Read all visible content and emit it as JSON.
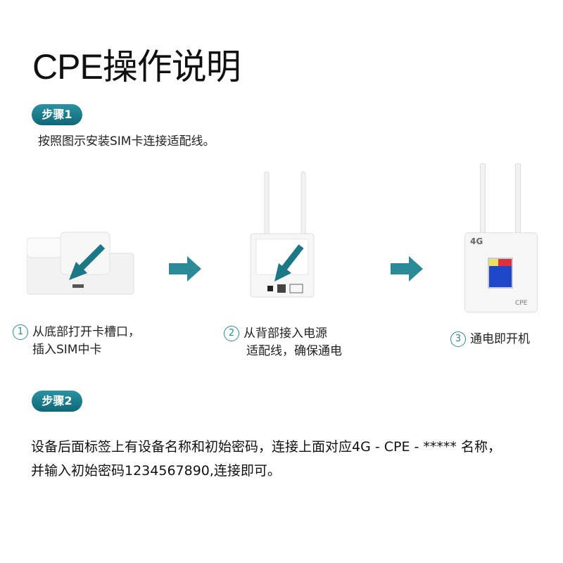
{
  "title": "CPE操作说明",
  "step1": {
    "badge": "步骤1",
    "text": "按照图示安装SIM卡连接适配线。",
    "items": [
      {
        "num": "1",
        "line1": "从底部打开卡槽口，",
        "line2": "插入SIM中卡"
      },
      {
        "num": "2",
        "line1": "从背部接入电源",
        "line2": "适配线，确保通电"
      },
      {
        "num": "3",
        "line1": "通电即开机",
        "line2": ""
      }
    ],
    "device_label": "4G",
    "device_brand": "CPE"
  },
  "step2": {
    "badge": "步骤2",
    "line1": "设备后面标签上有设备名称和初始密码，连接上面对应4G - CPE - ***** 名称，",
    "line2": "并输入初始密码1234567890,连接即可。"
  },
  "colors": {
    "accent": "#1a7a8a",
    "arrow": "#2a8a98"
  }
}
